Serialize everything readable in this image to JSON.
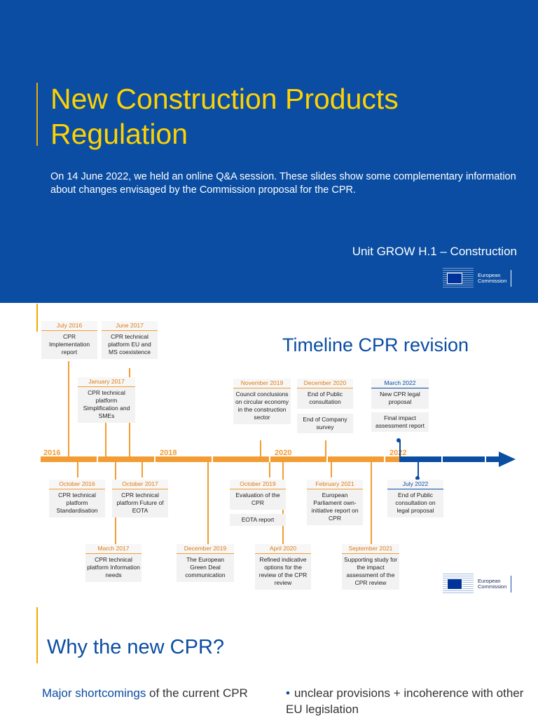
{
  "slide1": {
    "title": "New Construction Products Regulation",
    "intro": "On 14 June 2022, we held an online Q&A session. These slides show some complementary information about changes envisaged by the Commission proposal for the CPR.",
    "unit": "Unit GROW H.1 – Construction",
    "logo_line1": "European",
    "logo_line2": "Commission"
  },
  "timeline": {
    "title": "Timeline CPR revision",
    "years": [
      "2016",
      "2018",
      "2020",
      "2022"
    ],
    "events_above": [
      {
        "date": "July 2016",
        "text": "CPR Implementation report"
      },
      {
        "date": "June 2017",
        "text": "CPR technical platform EU and MS coexistence"
      },
      {
        "date": "January 2017",
        "text": "CPR technical platform Simplification and SMEs"
      },
      {
        "date": "November 2019",
        "text": "Council conclusions on circular economy in the construction sector"
      },
      {
        "date": "December 2020",
        "text": "End of Public consultation",
        "extra": "End of Company survey"
      },
      {
        "date": "March 2022",
        "text": "New CPR legal proposal",
        "extra": "Final impact assessment report"
      }
    ],
    "events_below": [
      {
        "date": "October 2016",
        "text": "CPR technical platform Standardisation"
      },
      {
        "date": "October 2017",
        "text": "CPR technical platform Future of EOTA"
      },
      {
        "date": "March 2017",
        "text": "CPR technical platform Information needs"
      },
      {
        "date": "December 2019",
        "text": "The European Green Deal communication"
      },
      {
        "date": "October 2019",
        "text": "Evaluation of the CPR",
        "extra": "EOTA report"
      },
      {
        "date": "April 2020",
        "text": "Refined indicative options for the review of the CPR review"
      },
      {
        "date": "February 2021",
        "text": "European Parliament own-initiative report on CPR"
      },
      {
        "date": "September 2021",
        "text": "Supporting study for the impact assessment of the CPR review"
      },
      {
        "date": "July 2022",
        "text": "End of Public consultation on legal proposal"
      }
    ],
    "colors": {
      "orange": "#f39c33",
      "blue": "#0a4da2"
    }
  },
  "slide3": {
    "title": "Why the new CPR?",
    "shortcomings_highlight": "Major shortcomings",
    "shortcomings_rest": " of the current CPR",
    "bullet": "unclear provisions + incoherence with other EU legislation"
  }
}
